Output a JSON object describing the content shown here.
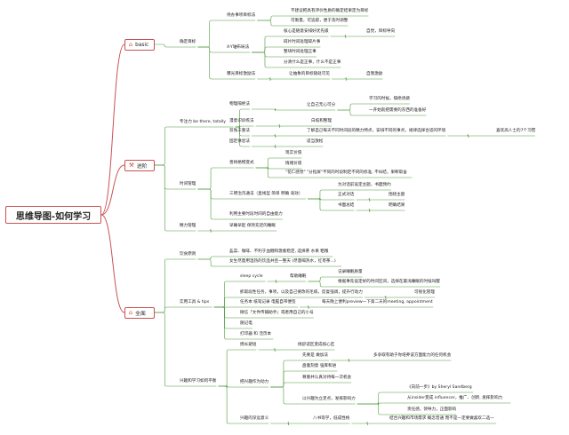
{
  "root": {
    "label": "思维导图-如何学习"
  },
  "branches": [
    {
      "label": "basic",
      "icon": "home-icon",
      "glyph": "⌂"
    },
    {
      "label": "进阶",
      "icon": "tools-icon",
      "glyph": "⚒"
    },
    {
      "label": "全面",
      "icon": "home-icon",
      "glyph": "⌂"
    }
  ],
  "nodes": [
    "确定目标",
    "待办事项目标法",
    "不建议把具有评价性质的确定结果定为目标",
    "可衡量，可追踪，便于及时调整",
    "X-Y轴布局法",
    "核心是随意安排好优先级",
    "自觉，目标导向",
    "碎片时间处理碎片事",
    "整块时间处理正事",
    "分清什么是正事，什么不是正事",
    "曝光目标激励法",
    "让抽象的目标随处可见",
    "自我激励",
    "专注力 be there, totally",
    "物理隔绝法",
    "让自己无心可分",
    "学习的时候，隔绝诱惑",
    "一开始就把需要的东西的准备好",
    "漫意识训练法",
    "白纸和整理",
    "双兔三重法",
    "了解自己每天不同时间段的精力特点，安排不同的事点，规律选择合适的环境",
    "喜欢高人士的7个习惯",
    "固定休息法",
    "适当放松",
    "时间管理",
    "善将格物变式",
    "现实价值",
    "情绪价值",
    "\"花仁感觉\" \"分指屏\"不同的时段制定不同的标准, 不纠结，果断取舍",
    "三明治沟通法（直线型 简单 明确 高效）",
    "为对话前设定主题，书面预约",
    "正式对话",
    "围绕主题",
    "书面总结",
    "明确结果",
    "利用主要时段时间的自由能力",
    "精力管理",
    "早睡早起 保持充足的睡眠",
    "饮食原则",
    "韭菜、咖啡、不利于血糖和激素稳定, 选择茶 水果 粗粮",
    "女生尽量用温热的饮品并且一整天 (尽量喝热水，红枣茶...)",
    "实用工具 & tips",
    "sleep cycle",
    "帮助睡眠",
    "记录睡眠质量",
    "根据事先设定好的时间区间，选择在最浅睡眠的时候叫醒",
    "抓取段性任务，事项，以及自己要改的毛病，反复强调，提升行动力",
    "可视化管理",
    "任务本 纸笔记录 电脑自带便签",
    "每天晚上便利preview一下第二天的meeting, appointment",
    "微信「文件传输助手」或者用自己的小号",
    "随记电",
    "打印器 和 活页本",
    "兴趣和学习如何平衡",
    "扬长避短",
    "挑舒适区变成核心区",
    "把兴趣作为动力",
    "先要是 做加法",
    "多争取有助于你培养该方面能力的任何机会",
    "盘着刻意 强库和进",
    "尊重并认真对待每一次机会",
    "以兴趣为立足点，发挥影响力",
    "《向前一步》by Sheryl Sandberg",
    "从insider变成 influencer，推广、创新, 发挥影响力",
    "责任感，领导力，正面影响",
    "兴趣的深远意义",
    "八书等学，低成性格",
    "结合兴趣和市场需求 概念普通 而不是一定要做喜欢二选一"
  ]
}
